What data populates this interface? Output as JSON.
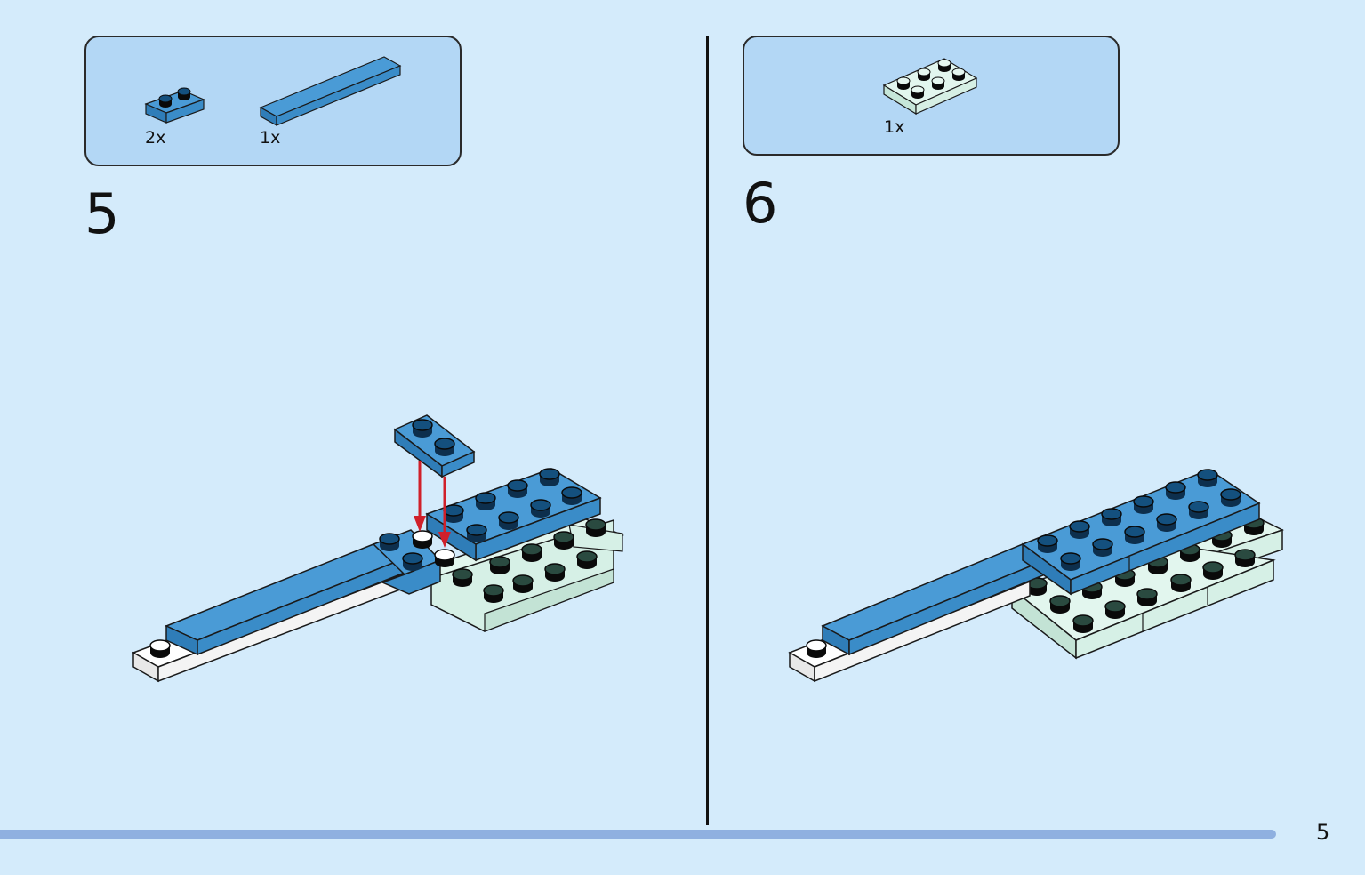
{
  "page": {
    "number": "5",
    "progress": 0.935
  },
  "steps": [
    {
      "number": "5",
      "parts": [
        {
          "qty": "2x",
          "icon": "blue-plate-1x2-icon"
        },
        {
          "qty": "1x",
          "icon": "blue-tile-1x8-icon"
        }
      ]
    },
    {
      "number": "6",
      "parts": [
        {
          "qty": "1x",
          "icon": "mint-plate-2x3-icon"
        }
      ]
    }
  ],
  "colors": {
    "background": "#d4ebfb",
    "parts_box": "#b3d7f5",
    "blue_brick": "#3a8cc8",
    "mint_brick": "#d6f0e6",
    "white_brick": "#ffffff",
    "arrow": "#d0202a",
    "progress_bar": "#8fb0e0"
  }
}
